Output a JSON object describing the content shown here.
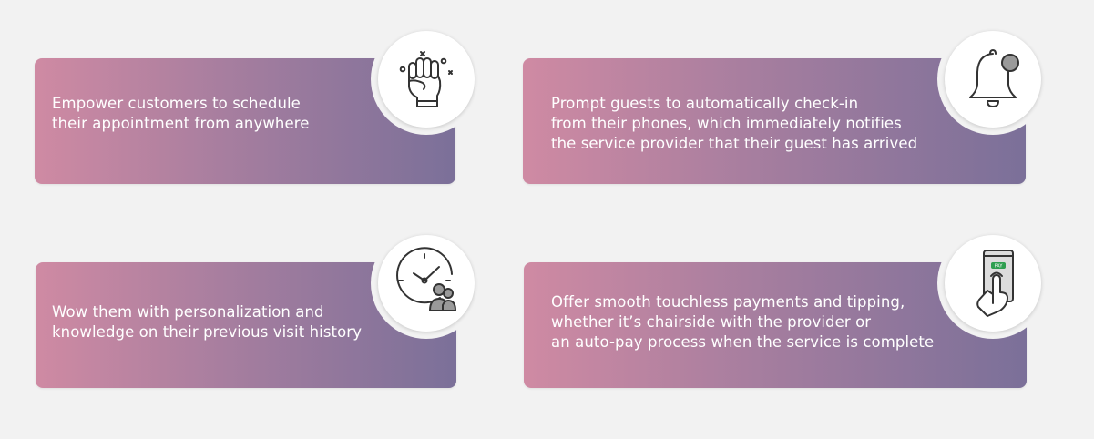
{
  "cards": [
    {
      "lines": [
        "Empower customers to schedule",
        "their appointment from anywhere"
      ],
      "icon": "raised-fist-icon"
    },
    {
      "lines": [
        "Prompt guests to automatically check-in",
        "from their phones, which immediately notifies",
        "the service provider that their guest has arrived"
      ],
      "icon": "bell-notification-icon"
    },
    {
      "lines": [
        "Wow them with personalization and",
        "knowledge on their previous visit history"
      ],
      "icon": "clock-users-icon"
    },
    {
      "lines": [
        "Offer smooth touchless payments and tipping,",
        "whether it’s chairside with the provider or",
        "an auto-pay process when the service is complete"
      ],
      "icon": "phone-tap-pay-icon",
      "phone_button_label": "PAY"
    }
  ],
  "colors": {
    "background": "#f2f2f2",
    "gradient_start": "#cf8aa3",
    "gradient_end": "#7b7099",
    "icon_stroke": "#333333",
    "notification_dot": "#9a9a9a",
    "pay_button": "#2e9e4f"
  }
}
